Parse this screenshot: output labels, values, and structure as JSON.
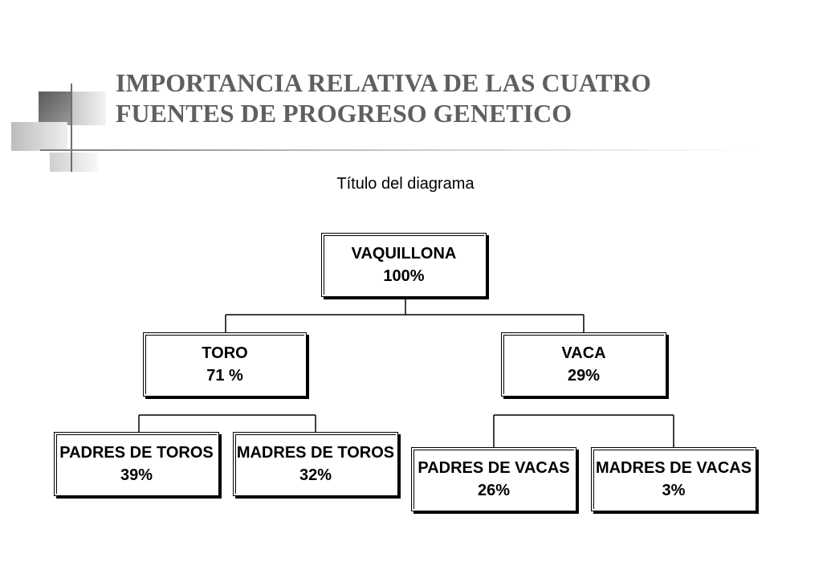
{
  "slide": {
    "title_line1": "IMPORTANCIA RELATIVA DE LAS CUATRO",
    "title_line2": "FUENTES DE PROGRESO GENETICO"
  },
  "diagram": {
    "title": "Título del diagrama",
    "root": {
      "label": "VAQUILLONA",
      "value": "100%"
    },
    "toro": {
      "label": "TORO",
      "value": "71 %"
    },
    "vaca": {
      "label": "VACA",
      "value": "29%"
    },
    "padres_toros": {
      "label": "PADRES DE TOROS",
      "value": "39%"
    },
    "madres_toros": {
      "label": "MADRES DE TOROS",
      "value": "32%"
    },
    "padres_vacas": {
      "label": "PADRES DE VACAS",
      "value": "26%"
    },
    "madres_vacas": {
      "label": "MADRES DE VACAS",
      "value": "3%"
    }
  }
}
